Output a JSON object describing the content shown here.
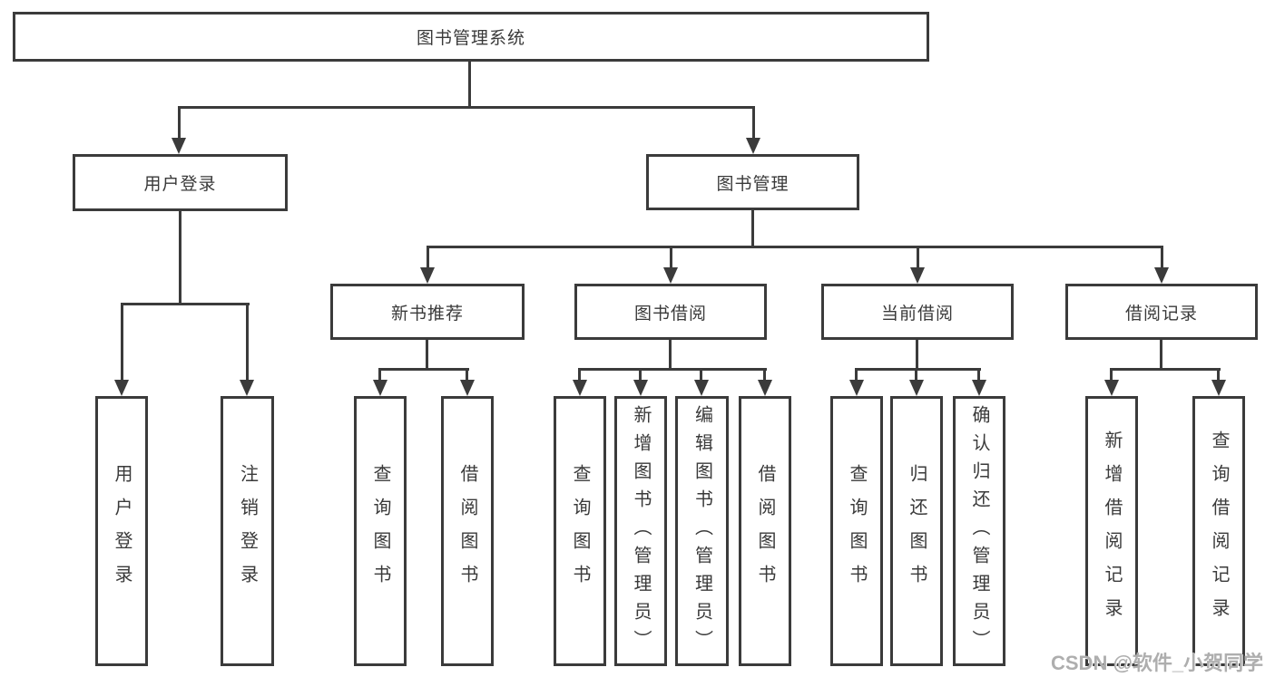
{
  "diagram": {
    "title": "图书管理系统",
    "nodes": {
      "root": "图书管理系统",
      "user_login": "用户登录",
      "book_mgmt": "图书管理",
      "new_books": "新书推荐",
      "book_borrow": "图书借阅",
      "current_borrow": "当前借阅",
      "borrow_records": "借阅记录",
      "leaves": {
        "user": [
          "用户登录",
          "注销登录"
        ],
        "new_books": [
          "查询图书",
          "借阅图书"
        ],
        "book_borrow": [
          "查询图书",
          "新增图书（管理员）",
          "编辑图书（管理员）",
          "借阅图书"
        ],
        "current_borrow": [
          "查询图书",
          "归还图书",
          "确认归还（管理员）"
        ],
        "borrow_records": [
          "新增借阅记录",
          "查询借阅记录"
        ]
      }
    },
    "colors": {
      "line": "#3b3b3b",
      "text": "#3a3a3a",
      "background": "#ffffff",
      "watermark": "#aeaeae"
    }
  },
  "watermark": {
    "text": "CSDN @软件_小贺同学"
  }
}
